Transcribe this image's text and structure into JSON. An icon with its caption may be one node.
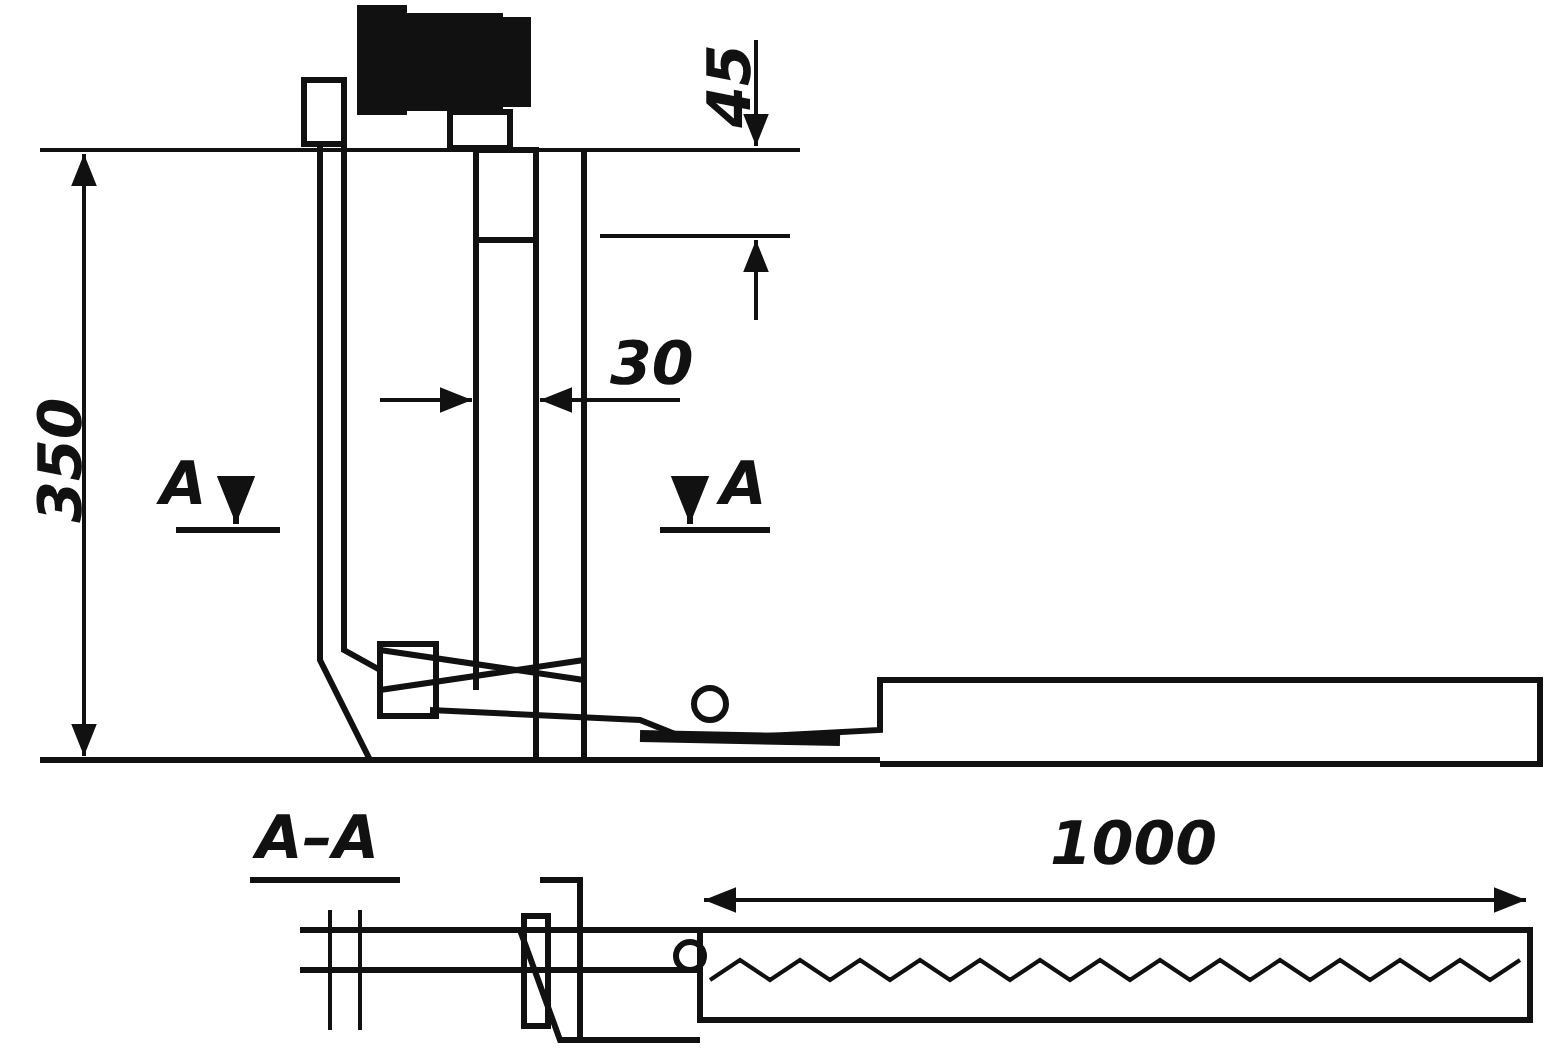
{
  "diagram": {
    "labels": [
      "45",
      "350",
      "30",
      "A",
      "A",
      "A–A",
      "1000"
    ]
  }
}
